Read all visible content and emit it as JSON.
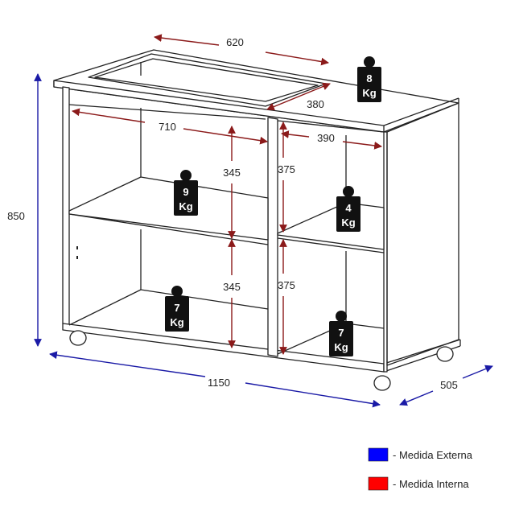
{
  "dimensions": {
    "top_opening_width": "620",
    "top_opening_depth": "380",
    "height": "850",
    "width": "1150",
    "depth": "505",
    "left_inner_width": "710",
    "right_inner_width": "390",
    "left_upper_height": "345",
    "left_lower_height": "345",
    "right_upper_height": "375",
    "right_lower_height": "375"
  },
  "weights": {
    "top": {
      "value": "8",
      "unit": "Kg"
    },
    "left_upper": {
      "value": "9",
      "unit": "Kg"
    },
    "left_lower": {
      "value": "7",
      "unit": "Kg"
    },
    "right_upper": {
      "value": "4",
      "unit": "Kg"
    },
    "right_lower": {
      "value": "7",
      "unit": "Kg"
    }
  },
  "legend": [
    {
      "label": "- Medida Externa",
      "color": "#0000ff"
    },
    {
      "label": "- Medida Interna",
      "color": "#ff0000"
    }
  ],
  "colors": {
    "external_measure": "#1a1aa6",
    "internal_measure": "#8b1a1a",
    "outline": "#222222",
    "weight_fill": "#111111"
  }
}
